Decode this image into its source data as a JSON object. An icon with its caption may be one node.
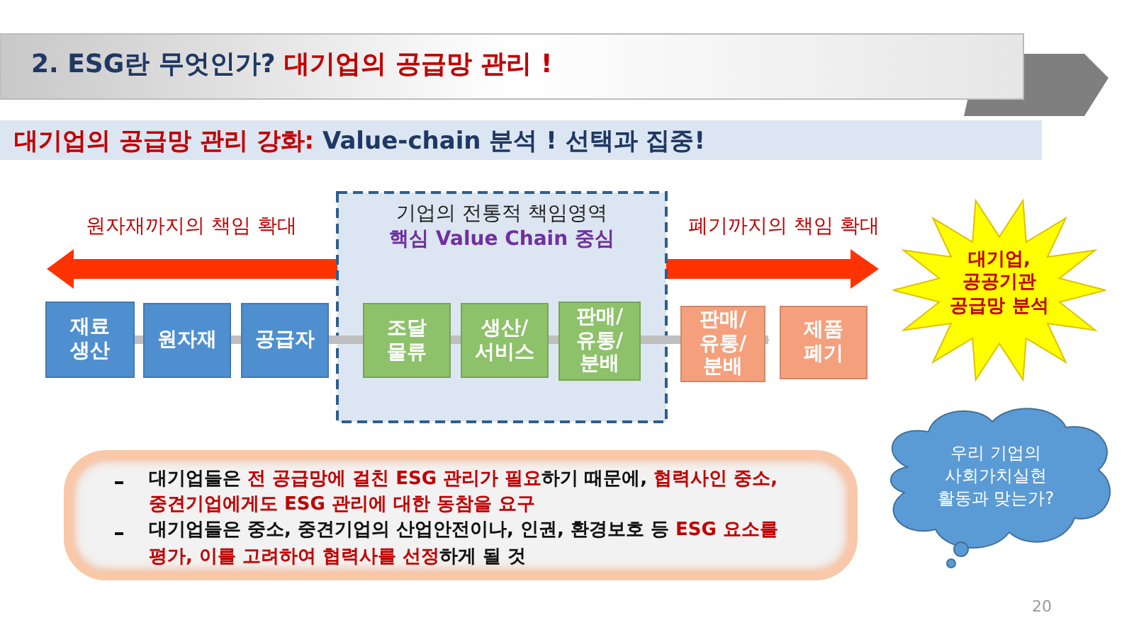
{
  "diagram": {
    "title": "2. ESG란 무엇인가? **대기업의 공급망 관리 !**",
    "caption": "**대기업의 공급망 관리 강화:** Value-chain 분석 ! 선택과 집중!",
    "nodes": [
      {
        "text": [
          "기업의 전통적 책임영역",
          "핵심 Value Chain 중심"
        ]
      },
      {
        "text": [
          "재료 생산"
        ]
      },
      {
        "text": [
          "원자재"
        ]
      },
      {
        "text": [
          "공급자"
        ]
      },
      {
        "text": [
          "조달 물류"
        ],
        "in": 0
      },
      {
        "text": [
          "생산/ 서비스"
        ],
        "in": 0
      },
      {
        "text": [
          "판매/ 유통/ 분배"
        ],
        "in": 0
      },
      {
        "text": [
          "판매/ 유통/ 분배"
        ]
      },
      {
        "text": [
          "제품 폐기"
        ]
      },
      {
        "text": [
          "대기업, 공공기관 공급망 분석"
        ]
      },
      {
        "text": [
          "우리 기업의 사회가치실현 활동과 맞는가?"
        ]
      },
      {
        "text": [
          "대기업들은 **전 공급망에 걸친 ESG 관리가 필요**하기 때문에, **협력사인 중소, 중견기업에게도 ESG 관리에 대한 동참을 요구**",
          "대기업들은 중소, 중견기업의 산업안전이나, 인권, 환경보호 등 **ESG 요소를 평가, 이를 고려하여 협력사를 선정**하게 될 것"
        ]
      }
    ],
    "edges": [
      {
        "from": 1,
        "to": 2,
        "arrow": "none"
      },
      {
        "from": 2,
        "to": 3,
        "arrow": "none"
      },
      {
        "from": 3,
        "to": 4,
        "arrow": "none"
      },
      {
        "from": 4,
        "to": 5,
        "arrow": "none"
      },
      {
        "from": 5,
        "to": 6,
        "arrow": "none"
      },
      {
        "from": 6,
        "to": 7,
        "arrow": "none"
      },
      {
        "from": 7,
        "to": 8,
        "arrow": "to"
      }
    ],
    "labels": [
      "원자재까지의 책임 확대",
      "폐기까지의 책임 확대",
      "20"
    ]
  }
}
